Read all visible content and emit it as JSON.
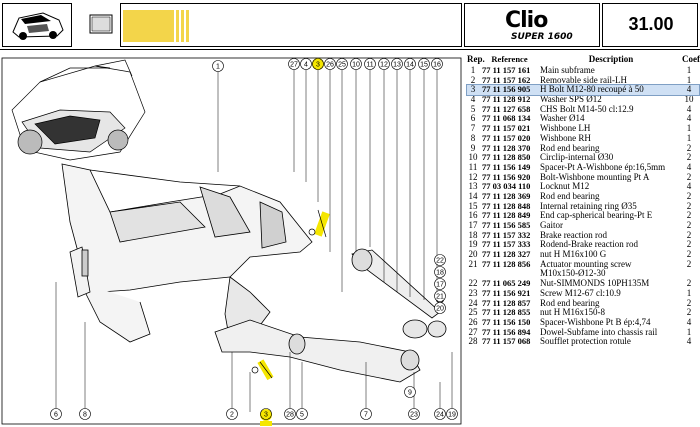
{
  "header": {
    "brand": "Clio",
    "model": "SUPER 1600",
    "page_number": "31.00"
  },
  "diagram": {
    "callouts_top": [
      "27",
      "4",
      "3",
      "26",
      "25",
      "10",
      "11",
      "12",
      "13",
      "14",
      "15",
      "16"
    ],
    "callouts_bottom": [
      "6",
      "8",
      "2",
      "3",
      "28",
      "5",
      "7",
      "23",
      "24",
      "19"
    ],
    "callout_main": "1",
    "callout_mid": [
      "22",
      "18",
      "17",
      "21",
      "20",
      "9"
    ],
    "highlight_color": "#f5e600"
  },
  "table": {
    "headers": {
      "rep": "Rep.",
      "ref": "Reference",
      "desc": "Description",
      "coef": "Coef"
    },
    "rows": [
      {
        "rep": "1",
        "ref": "77 11 157 161",
        "desc": "Main subframe",
        "coef": "1"
      },
      {
        "rep": "2",
        "ref": "77 11 157 162",
        "desc": "Removable side rail-LH",
        "coef": "1"
      },
      {
        "rep": "3",
        "ref": "77 11 156 905",
        "desc": "H Bolt M12-80 recoupé à 50",
        "coef": "4"
      },
      {
        "rep": "4",
        "ref": "77 11 128 912",
        "desc": "Washer SPS Ø12",
        "coef": "10"
      },
      {
        "rep": "5",
        "ref": "77 11 127 658",
        "desc": "CHS Bolt M14-50 cl:12.9",
        "coef": "4"
      },
      {
        "rep": "6",
        "ref": "77 11 068 134",
        "desc": "Washer Ø14",
        "coef": "4"
      },
      {
        "rep": "7",
        "ref": "77 11 157 021",
        "desc": "Wishbone LH",
        "coef": "1"
      },
      {
        "rep": "8",
        "ref": "77 11 157 020",
        "desc": "Wishbone RH",
        "coef": "1"
      },
      {
        "rep": "9",
        "ref": "77 11 128 370",
        "desc": "Rod end bearing",
        "coef": "2"
      },
      {
        "rep": "10",
        "ref": "77 11 128 850",
        "desc": "Circlip-internal Ø30",
        "coef": "2"
      },
      {
        "rep": "11",
        "ref": "77 11 156 149",
        "desc": "Spacer-Pt A-Wishbone ép:16,5mm",
        "coef": "4"
      },
      {
        "rep": "12",
        "ref": "77 11 156 920",
        "desc": "Bolt-Wishbone mounting Pt A",
        "coef": "2"
      },
      {
        "rep": "13",
        "ref": "77 03 034 110",
        "desc": "Locknut M12",
        "coef": "4"
      },
      {
        "rep": "14",
        "ref": "77 11 128 369",
        "desc": "Rod end bearing",
        "coef": "2"
      },
      {
        "rep": "15",
        "ref": "77 11 128 848",
        "desc": "Internal retaining ring Ø35",
        "coef": "2"
      },
      {
        "rep": "16",
        "ref": "77 11 128 849",
        "desc": "End cap-spherical bearing-Pt E",
        "coef": "2"
      },
      {
        "rep": "17",
        "ref": "77 11 156 585",
        "desc": "Gaitor",
        "coef": "2"
      },
      {
        "rep": "18",
        "ref": "77 11 157 332",
        "desc": "Brake reaction rod",
        "coef": "2"
      },
      {
        "rep": "19",
        "ref": "77 11 157 333",
        "desc": "Rodend-Brake reaction rod",
        "coef": "2"
      },
      {
        "rep": "20",
        "ref": "77 11 128 327",
        "desc": "nut H M16x100 G",
        "coef": "2"
      },
      {
        "rep": "21",
        "ref": "77 11 128 856",
        "desc": "Actuator mounting screw",
        "coef": "2"
      },
      {
        "rep": "",
        "ref": "",
        "desc": "M10x150-Ø12-30",
        "coef": ""
      },
      {
        "rep": "22",
        "ref": "77 11 065 249",
        "desc": "Nut-SIMMONDS 10PH135M",
        "coef": "2"
      },
      {
        "rep": "23",
        "ref": "77 11 156 921",
        "desc": "Screw M12-67 cl:10.9",
        "coef": "1"
      },
      {
        "rep": "24",
        "ref": "77 11 128 857",
        "desc": "Rod end bearing",
        "coef": "2"
      },
      {
        "rep": "25",
        "ref": "77 11 128 855",
        "desc": "nut H M16x150-8",
        "coef": "2"
      },
      {
        "rep": "26",
        "ref": "77 11 156 150",
        "desc": "Spacer-Wishbone Pt B ép:4,74",
        "coef": "4"
      },
      {
        "rep": "27",
        "ref": "77 11 156 894",
        "desc": "Dowel-Subfame into chassis rail",
        "coef": "1"
      },
      {
        "rep": "28",
        "ref": "77 11 157 068",
        "desc": "Soufflet protection rotule",
        "coef": "4"
      }
    ]
  }
}
